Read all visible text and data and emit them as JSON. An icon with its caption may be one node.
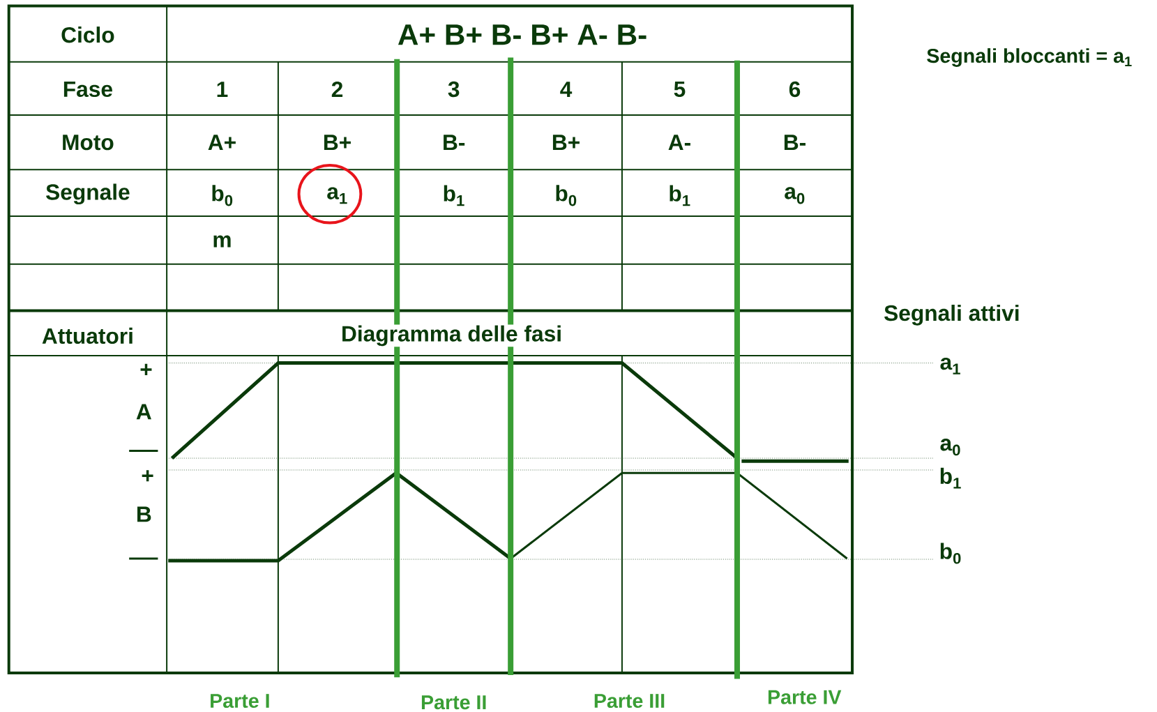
{
  "diagram": {
    "labels": [
      "Ciclo",
      "A+ B+ B- B+ A- B-",
      "Segnali bloccanti = a$_{1}$",
      "Fase",
      "1",
      "2",
      "3",
      "4",
      "5",
      "6",
      "Moto",
      "A+",
      "B+",
      "B-",
      "B+",
      "A-",
      "B-",
      "Segnale",
      "b$_{0}$",
      "a$_{1}$",
      "b$_{1}$",
      "b$_{0}$",
      "b$_{1}$",
      "a$_{0}$",
      "m",
      "Segnali attivi",
      "Attuatori",
      "Diagramma delle fasi",
      "+",
      "A",
      "+",
      "B",
      "a$_{1}$",
      "a$_{0}$",
      "b$_{1}$",
      "b$_{0}$",
      "Parte I",
      "Parte II",
      "Parte III",
      "Parte IV"
    ]
  }
}
